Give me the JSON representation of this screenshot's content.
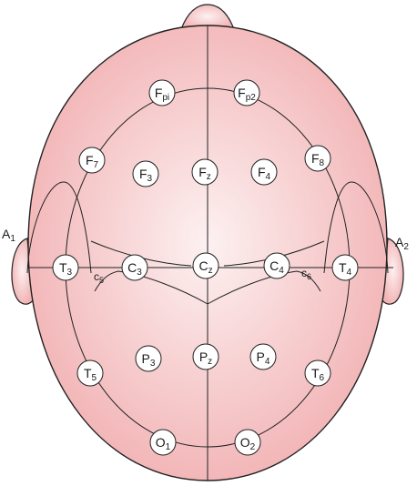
{
  "colors": {
    "skin_center": "#fdf1f1",
    "skin_edge": "#f2b3b5",
    "outline": "#222222",
    "electrode_fill": "#ffffff"
  },
  "electrodes": [
    {
      "id": "Fpi",
      "main": "F",
      "sub": "pi"
    },
    {
      "id": "Fp2",
      "main": "F",
      "sub": "p2"
    },
    {
      "id": "F7",
      "main": "F",
      "sub": "7"
    },
    {
      "id": "F3",
      "main": "F",
      "sub": "3"
    },
    {
      "id": "Fz",
      "main": "F",
      "sub": "z"
    },
    {
      "id": "F4",
      "main": "F",
      "sub": "4"
    },
    {
      "id": "F8",
      "main": "F",
      "sub": "8"
    },
    {
      "id": "T3",
      "main": "T",
      "sub": "3"
    },
    {
      "id": "C3",
      "main": "C",
      "sub": "3"
    },
    {
      "id": "Cz",
      "main": "C",
      "sub": "z"
    },
    {
      "id": "C4",
      "main": "C",
      "sub": "4"
    },
    {
      "id": "T4",
      "main": "T",
      "sub": "4"
    },
    {
      "id": "P3",
      "main": "P",
      "sub": "3"
    },
    {
      "id": "Pz",
      "main": "P",
      "sub": "z"
    },
    {
      "id": "P4",
      "main": "P",
      "sub": "4"
    },
    {
      "id": "T5",
      "main": "T",
      "sub": "5"
    },
    {
      "id": "T6",
      "main": "T",
      "sub": "6"
    },
    {
      "id": "O1",
      "main": "O",
      "sub": "1"
    },
    {
      "id": "O2",
      "main": "O",
      "sub": "2"
    }
  ],
  "ear_labels": {
    "left": {
      "main": "A",
      "sub": "1"
    },
    "right": {
      "main": "A",
      "sub": "2"
    }
  },
  "minor_labels": {
    "c5": {
      "main": "c",
      "sub": "5"
    },
    "c6": {
      "main": "c",
      "sub": "6"
    }
  }
}
